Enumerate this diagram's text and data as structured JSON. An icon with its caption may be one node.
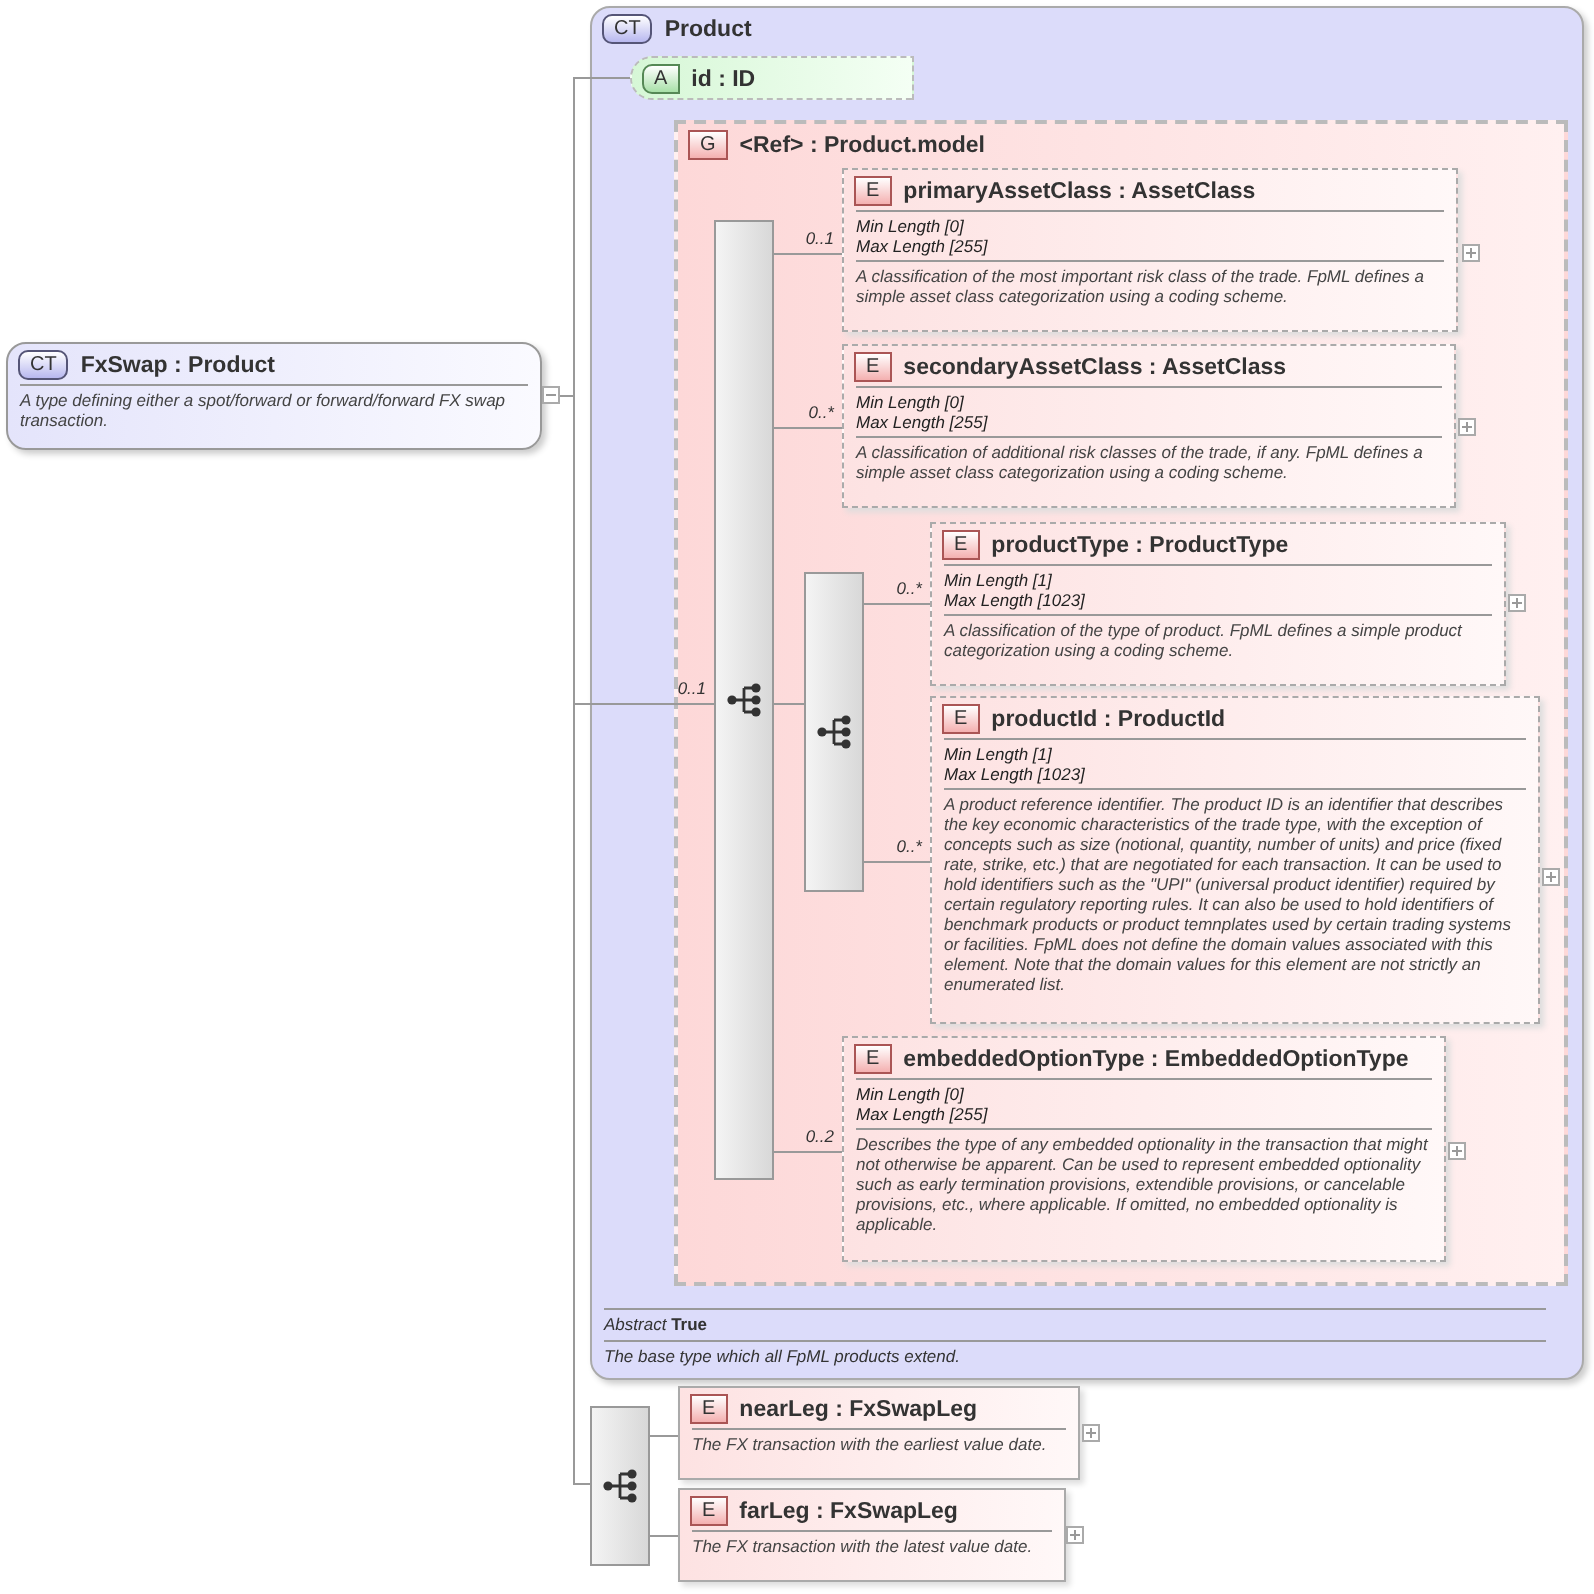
{
  "diagram": {
    "nodes": [
      {
        "text": [
          "CT",
          "FxSwap : Product",
          "A type defining either a spot/forward or forward/forward FX swap transaction."
        ]
      },
      {
        "text": [
          "CT",
          "Product",
          "*Abstract* **True**",
          "The base type which all FpML products extend."
        ]
      },
      {
        "text": [
          "A",
          "id : ID"
        ],
        "in": 1
      },
      {
        "text": [
          "G",
          "<Ref> : Product.model"
        ],
        "in": 1
      },
      {
        "text": [],
        "shape": "bar",
        "in": 3
      },
      {
        "text": [
          "E",
          "primaryAssetClass : AssetClass",
          "*Min Length* [0]",
          "*Max Length* [255]",
          "A classification of the most important risk class of the trade. FpML defines a simple asset class categorization using a coding scheme."
        ],
        "in": 3
      },
      {
        "text": [
          "E",
          "secondaryAssetClass : AssetClass",
          "*Min Length* [0]",
          "*Max Length* [255]",
          "A classification of additional risk classes of the trade, if any. FpML defines a simple asset class categorization using a coding scheme."
        ],
        "in": 3
      },
      {
        "text": [],
        "shape": "bar",
        "in": 3
      },
      {
        "text": [
          "E",
          "productType : ProductType",
          "*Min Length* [1]",
          "*Max Length* [1023]",
          "A classification of the type of product. FpML defines a simple product categorization using a coding scheme."
        ],
        "in": 3
      },
      {
        "text": [
          "E",
          "productId : ProductId",
          "*Min Length* [1]",
          "*Max Length* [1023]",
          "A product reference identifier. The product ID is an identifier that describes the key economic characteristics of the trade type, with the exception of concepts such as size (notional, quantity, number of units) and price (fixed rate, strike, etc.) that are negotiated for each transaction. It can be used to hold identifiers such as the \"UPI\" (universal product identifier) required by certain regulatory reporting rules. It can also be used to hold identifiers of benchmark products or product temnplates used by certain trading systems or facilities. FpML does not define the domain values associated with this element. Note that the domain values for this element are not strictly an enumerated list."
        ],
        "in": 3
      },
      {
        "text": [
          "E",
          "embeddedOptionType : EmbeddedOptionType",
          "*Min Length* [0]",
          "*Max Length* [255]",
          "Describes the type of any embedded optionality in the transaction that might not otherwise be apparent. Can be used to represent embedded optionality such as early termination provisions, extendible provisions, or cancelable provisions, etc., where applicable. If omitted, no embedded optionality is applicable."
        ],
        "in": 3
      },
      {
        "text": [],
        "shape": "bar"
      },
      {
        "text": [
          "E",
          "nearLeg : FxSwapLeg",
          "The FX transaction with the earliest value date."
        ]
      },
      {
        "text": [
          "E",
          "farLeg : FxSwapLeg",
          "The FX transaction with the latest value date."
        ]
      }
    ],
    "edges": [
      {
        "from": 0,
        "to": 2,
        "arrow": "none"
      },
      {
        "from": 0,
        "to": 4,
        "label": "0..1",
        "arrow": "none"
      },
      {
        "from": 4,
        "to": 5,
        "label": "0..1",
        "arrow": "none"
      },
      {
        "from": 4,
        "to": 6,
        "label": "0..*",
        "arrow": "none"
      },
      {
        "from": 4,
        "to": 7,
        "arrow": "none"
      },
      {
        "from": 7,
        "to": 8,
        "label": "0..*",
        "arrow": "none"
      },
      {
        "from": 7,
        "to": 9,
        "label": "0..*",
        "arrow": "none"
      },
      {
        "from": 4,
        "to": 10,
        "label": "0..2",
        "arrow": "none"
      },
      {
        "from": 0,
        "to": 11,
        "arrow": "none"
      },
      {
        "from": 11,
        "to": 12,
        "arrow": "none"
      },
      {
        "from": 11,
        "to": 13,
        "arrow": "none"
      }
    ]
  }
}
